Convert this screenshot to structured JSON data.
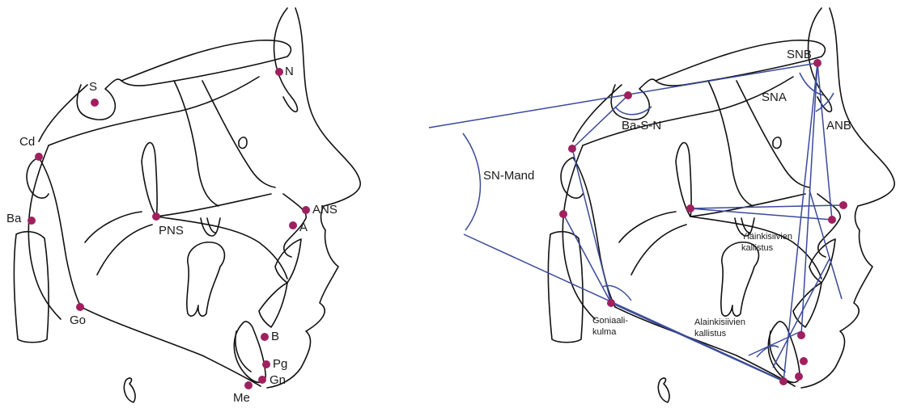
{
  "left_panel": {
    "landmarks": [
      {
        "id": "S",
        "label": "S"
      },
      {
        "id": "N",
        "label": "N"
      },
      {
        "id": "Cd",
        "label": "Cd"
      },
      {
        "id": "Ba",
        "label": "Ba"
      },
      {
        "id": "PNS",
        "label": "PNS"
      },
      {
        "id": "ANS",
        "label": "ANS"
      },
      {
        "id": "A",
        "label": "A"
      },
      {
        "id": "Go",
        "label": "Go"
      },
      {
        "id": "B",
        "label": "B"
      },
      {
        "id": "Pg",
        "label": "Pg"
      },
      {
        "id": "Gn",
        "label": "Gn"
      },
      {
        "id": "Me",
        "label": "Me"
      }
    ]
  },
  "right_panel": {
    "labels": {
      "snb": "SNB",
      "sna": "SNA",
      "anb": "ANB",
      "ba_s_n": "Ba-S-N",
      "sn_mand": "SN-Mand",
      "upper_incisor_1": "Yläinkisiivien",
      "upper_incisor_2": "kallistus",
      "gonial_1": "Goniaali-",
      "gonial_2": "kulma",
      "lower_incisor_1": "Alainkisiivien",
      "lower_incisor_2": "kallistus"
    }
  },
  "colors": {
    "landmark": "#a0205f",
    "measurement_line": "#3a4a9a",
    "trace": "#111111"
  }
}
